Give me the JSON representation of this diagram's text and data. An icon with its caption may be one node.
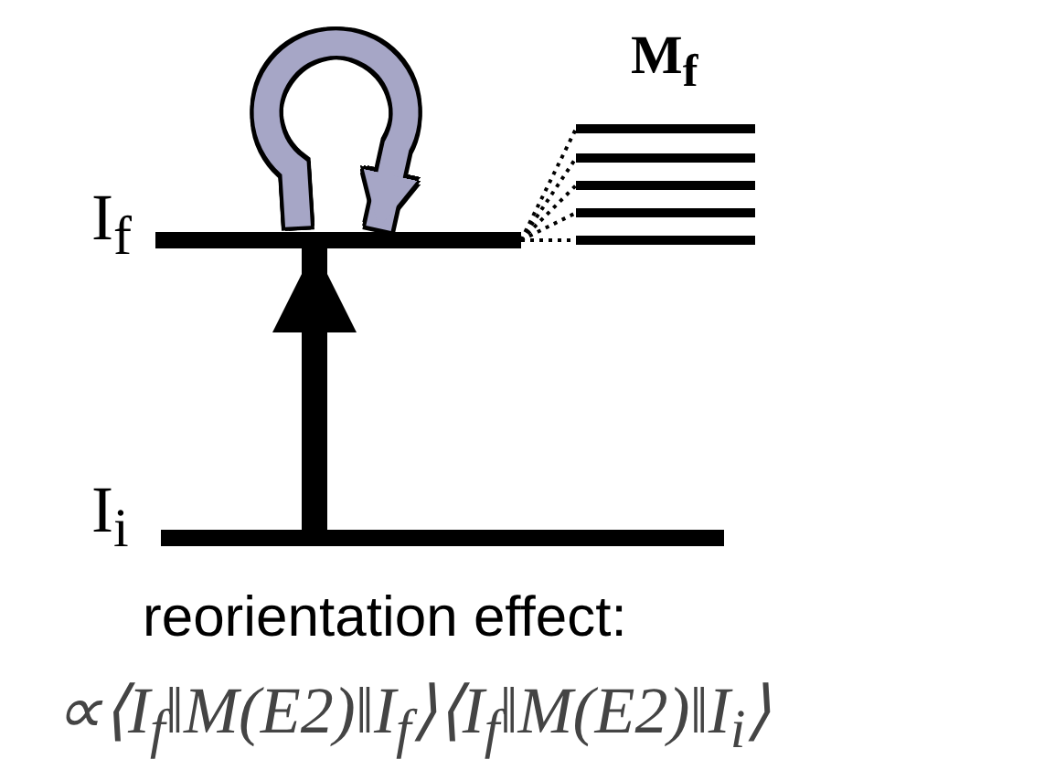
{
  "diagram": {
    "nodes": [
      {
        "text": [],
        "shape": "bar",
        "beside": [
          "I$_{f}$"
        ]
      },
      {
        "text": [],
        "shape": "bar"
      },
      {
        "text": [],
        "shape": "bar"
      },
      {
        "text": [],
        "shape": "bar"
      },
      {
        "text": [],
        "shape": "bar"
      },
      {
        "text": [],
        "shape": "bar"
      },
      {
        "text": [],
        "shape": "bar",
        "beside": [
          "I$_{i}$"
        ]
      }
    ],
    "edges": [
      {
        "from": 6,
        "to": 0,
        "arrow": "to",
        "style": "thick"
      },
      {
        "from": 0,
        "to": 0,
        "arrow": "to",
        "style": "thick",
        "color": "#a6a6c6"
      },
      {
        "from": 0,
        "to": 1,
        "arrow": "none",
        "style": "dashed"
      },
      {
        "from": 0,
        "to": 2,
        "arrow": "none",
        "style": "dashed"
      },
      {
        "from": 0,
        "to": 3,
        "arrow": "none",
        "style": "dashed"
      },
      {
        "from": 0,
        "to": 4,
        "arrow": "none",
        "style": "dashed"
      },
      {
        "from": 0,
        "to": 5,
        "arrow": "none",
        "style": "dashed"
      }
    ],
    "labels": [
      "M$_{f}$",
      "reorientation effect:",
      "∝⟨I$_{f}$‖M(E2)‖I$_{f}$⟩⟨I$_{f}$‖M(E2)‖I$_{i}$⟩"
    ]
  }
}
